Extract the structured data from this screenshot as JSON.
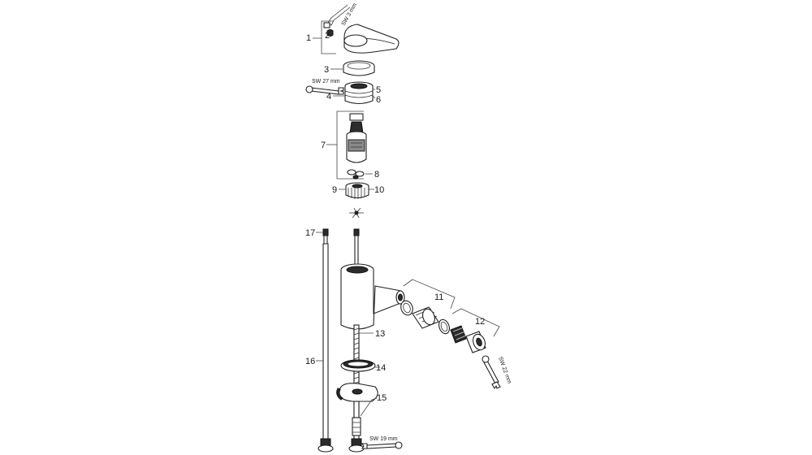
{
  "diagram": {
    "callouts": [
      "1",
      "2",
      "3",
      "4",
      "5",
      "6",
      "7",
      "8",
      "9",
      "10",
      "11",
      "12",
      "13",
      "14",
      "15",
      "16",
      "17"
    ],
    "tools": {
      "hex_key": "SW 3 mm",
      "wrench_27": "SW 27 mm",
      "wrench_22": "SW 22 mm",
      "wrench_19": "SW 19 mm"
    }
  }
}
